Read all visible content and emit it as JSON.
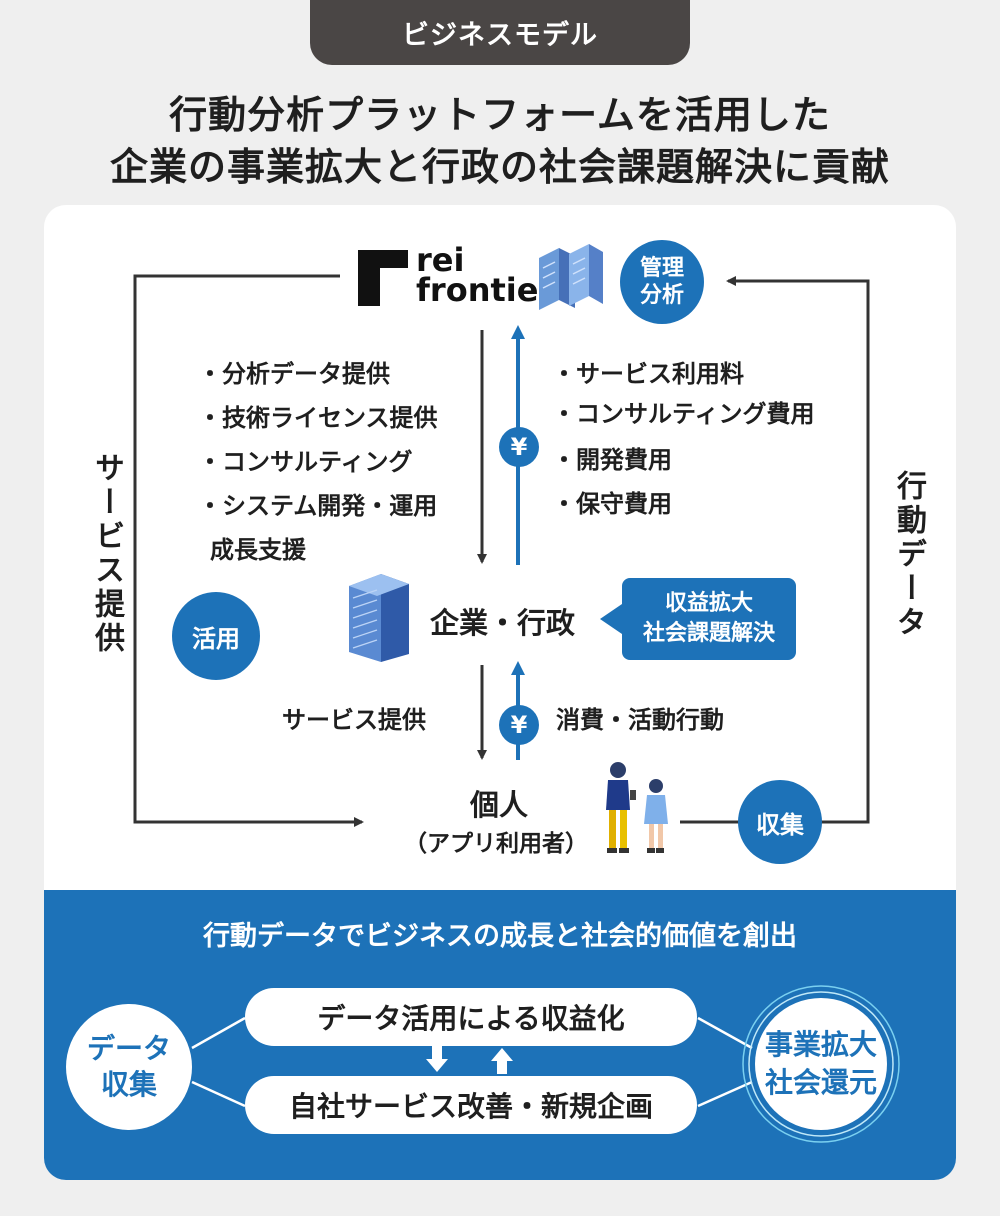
{
  "header": {
    "tab_label": "ビジネスモデル",
    "headline_line1": "行動分析プラットフォームを活用した",
    "headline_line2": "企業の事業拡大と行政の社会課題解決に貢献"
  },
  "logo": {
    "line1": "rei",
    "line2": "frontier"
  },
  "badges": {
    "management": [
      "管理",
      "分析"
    ],
    "utilize": "活用",
    "collect": "収集",
    "yen_symbol": "¥"
  },
  "left_bullets": [
    "・分析データ提供",
    "・技術ライセンス提供",
    "・コンサルティング",
    "・システム開発・運用",
    "成長支援"
  ],
  "right_bullets": [
    "・サービス利用料",
    "・コンサルティング費用",
    "・開発費用",
    "・保守費用"
  ],
  "company": {
    "label": "企業・行政",
    "callout_line1": "収益拡大",
    "callout_line2": "社会課題解決"
  },
  "flows": {
    "service_provide": "サービス提供",
    "consumption": "消費・活動行動"
  },
  "individual": {
    "label": "個人",
    "sublabel": "（アプリ利用者）"
  },
  "side_labels": {
    "left": "サービス提供",
    "right": "行動データ"
  },
  "bottom": {
    "title": "行動データでビジネスの成長と社会的価値を創出",
    "left_circle": [
      "データ",
      "収集"
    ],
    "pill_top": "データ活用による収益化",
    "pill_bottom": "自社サービス改善・新規企画",
    "right_circle": [
      "事業拡大",
      "社会還元"
    ]
  },
  "colors": {
    "accent_blue": "#1d72b8",
    "dark_tab": "#4a4645",
    "background": "#efefef",
    "text": "#1f1f1f"
  }
}
